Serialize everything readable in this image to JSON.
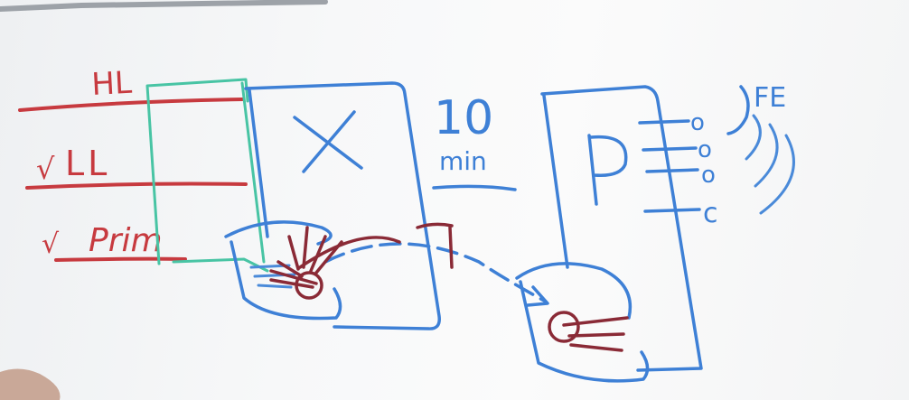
{
  "whiteboard": {
    "cache_labels": [
      "HL",
      "LL",
      "Prim"
    ],
    "check_marks": [
      "√",
      "√"
    ],
    "box_left_label": "X",
    "box_right_label": "P",
    "interval_number": "10",
    "interval_unit": "min",
    "right_box_top_label": "FE",
    "right_box_port_labels": [
      "o",
      "o",
      "o",
      "c"
    ],
    "colors": {
      "cache_levels": "#c73a3f",
      "boxes": "#3e80d6",
      "bracket": "#48c4a4",
      "transfer": "#8a2a36"
    }
  }
}
